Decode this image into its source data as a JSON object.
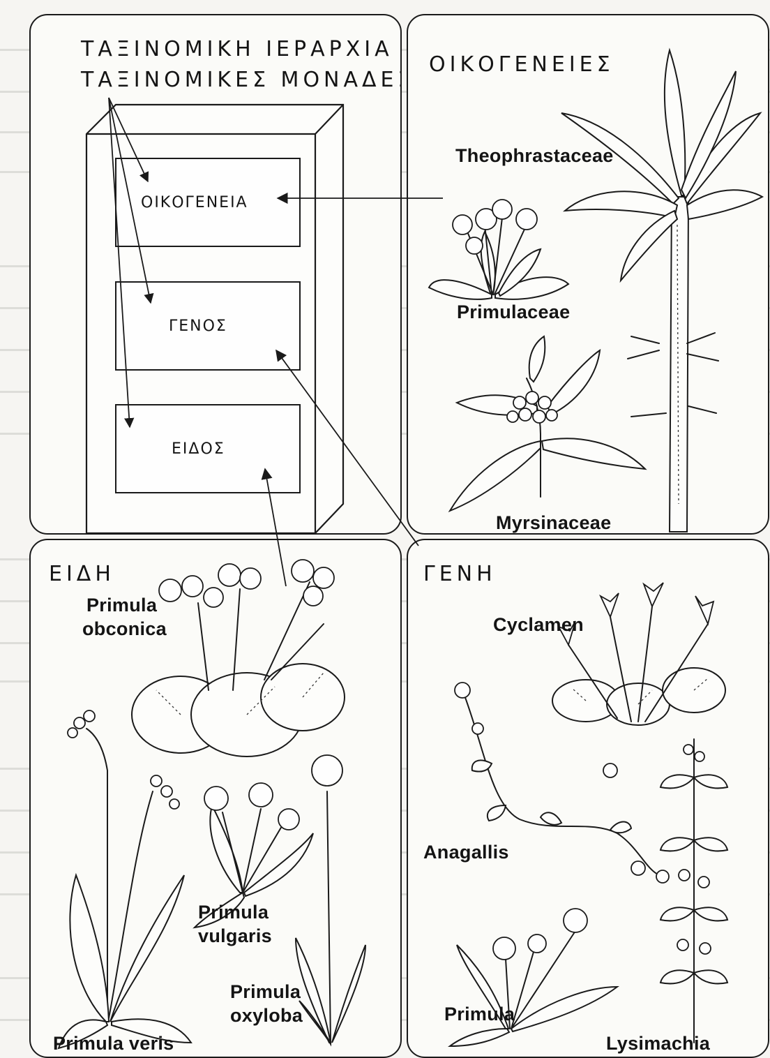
{
  "hierarchy": {
    "title_line1": "ΤΑΞΙΝΟΜΙΚΗ ΙΕΡΑΡΧΙΑ",
    "title_line2": "ΤΑΞΙΝΟΜΙΚΕΣ ΜΟΝΑΔΕΣ",
    "ranks": [
      "ΟΙΚΟΓΕΝΕΙΑ",
      "ΓΕΝΟΣ",
      "ΕΙΔΟΣ"
    ]
  },
  "families": {
    "heading": "ΟΙΚΟΓΕΝΕΙΕΣ",
    "items": [
      "Theophrastaceae",
      "Primulaceae",
      "Myrsinaceae"
    ]
  },
  "species": {
    "heading": "ΕΙΔΗ",
    "items": [
      {
        "line1": "Primula",
        "line2": "obconica"
      },
      {
        "line1": "Primula",
        "line2": "vulgaris"
      },
      {
        "line1": "Primula",
        "line2": "oxyloba"
      },
      {
        "line1": "Primula veris",
        "line2": ""
      }
    ]
  },
  "genera": {
    "heading": "ΓΕΝΗ",
    "items": [
      "Cyclamen",
      "Anagallis",
      "Primula",
      "Lysimachia"
    ]
  },
  "colors": {
    "ink": "#141414",
    "paper": "#f6f5f2",
    "panel": "#fbfbf8"
  }
}
